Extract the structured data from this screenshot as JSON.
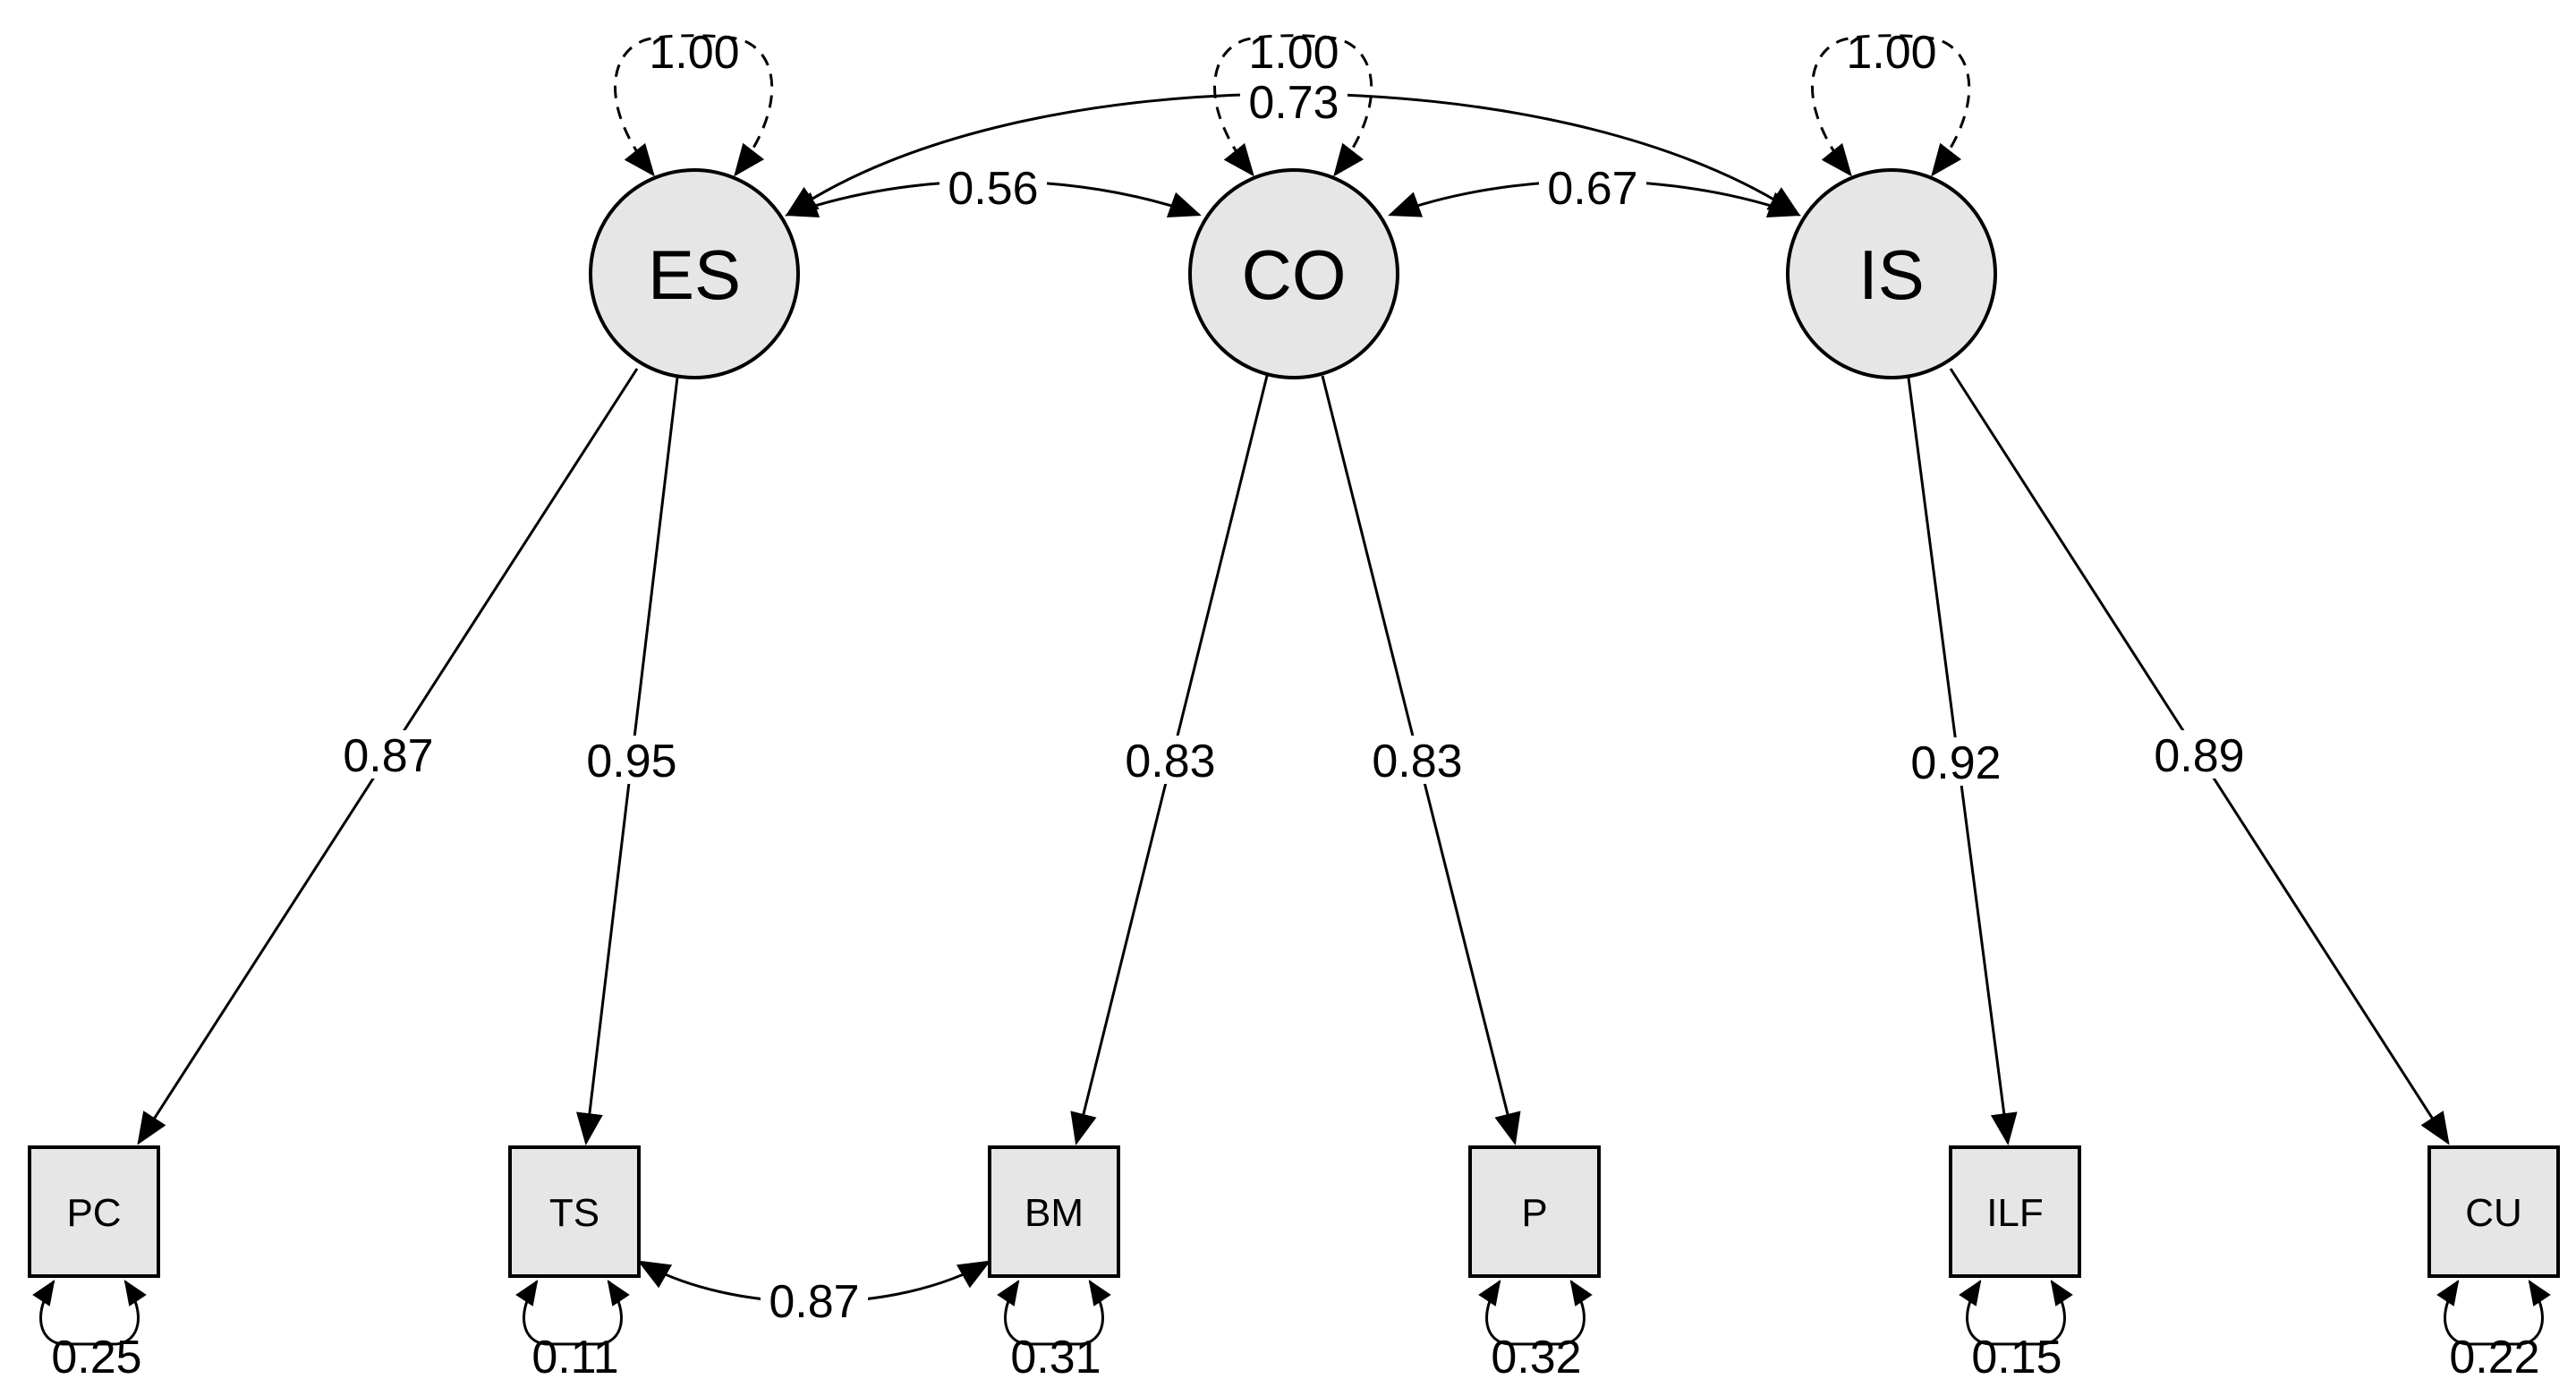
{
  "latents": [
    {
      "id": "ES",
      "label": "ES",
      "variance": "1.00"
    },
    {
      "id": "CO",
      "label": "CO",
      "variance": "1.00"
    },
    {
      "id": "IS",
      "label": "IS",
      "variance": "1.00"
    }
  ],
  "observed": [
    {
      "id": "PC",
      "label": "PC",
      "residual": "0.25"
    },
    {
      "id": "TS",
      "label": "TS",
      "residual": "0.11"
    },
    {
      "id": "BM",
      "label": "BM",
      "residual": "0.31"
    },
    {
      "id": "P",
      "label": "P",
      "residual": "0.32"
    },
    {
      "id": "ILF",
      "label": "ILF",
      "residual": "0.15"
    },
    {
      "id": "CU",
      "label": "CU",
      "residual": "0.22"
    }
  ],
  "loadings": [
    {
      "from": "ES",
      "to": "PC",
      "value": "0.87"
    },
    {
      "from": "ES",
      "to": "TS",
      "value": "0.95"
    },
    {
      "from": "CO",
      "to": "BM",
      "value": "0.83"
    },
    {
      "from": "CO",
      "to": "P",
      "value": "0.83"
    },
    {
      "from": "IS",
      "to": "ILF",
      "value": "0.92"
    },
    {
      "from": "IS",
      "to": "CU",
      "value": "0.89"
    }
  ],
  "covariances": [
    {
      "between": [
        "ES",
        "CO"
      ],
      "value": "0.56"
    },
    {
      "between": [
        "CO",
        "IS"
      ],
      "value": "0.67"
    },
    {
      "between": [
        "ES",
        "IS"
      ],
      "value": "0.73"
    },
    {
      "between": [
        "TS",
        "BM"
      ],
      "value": "0.87"
    }
  ]
}
